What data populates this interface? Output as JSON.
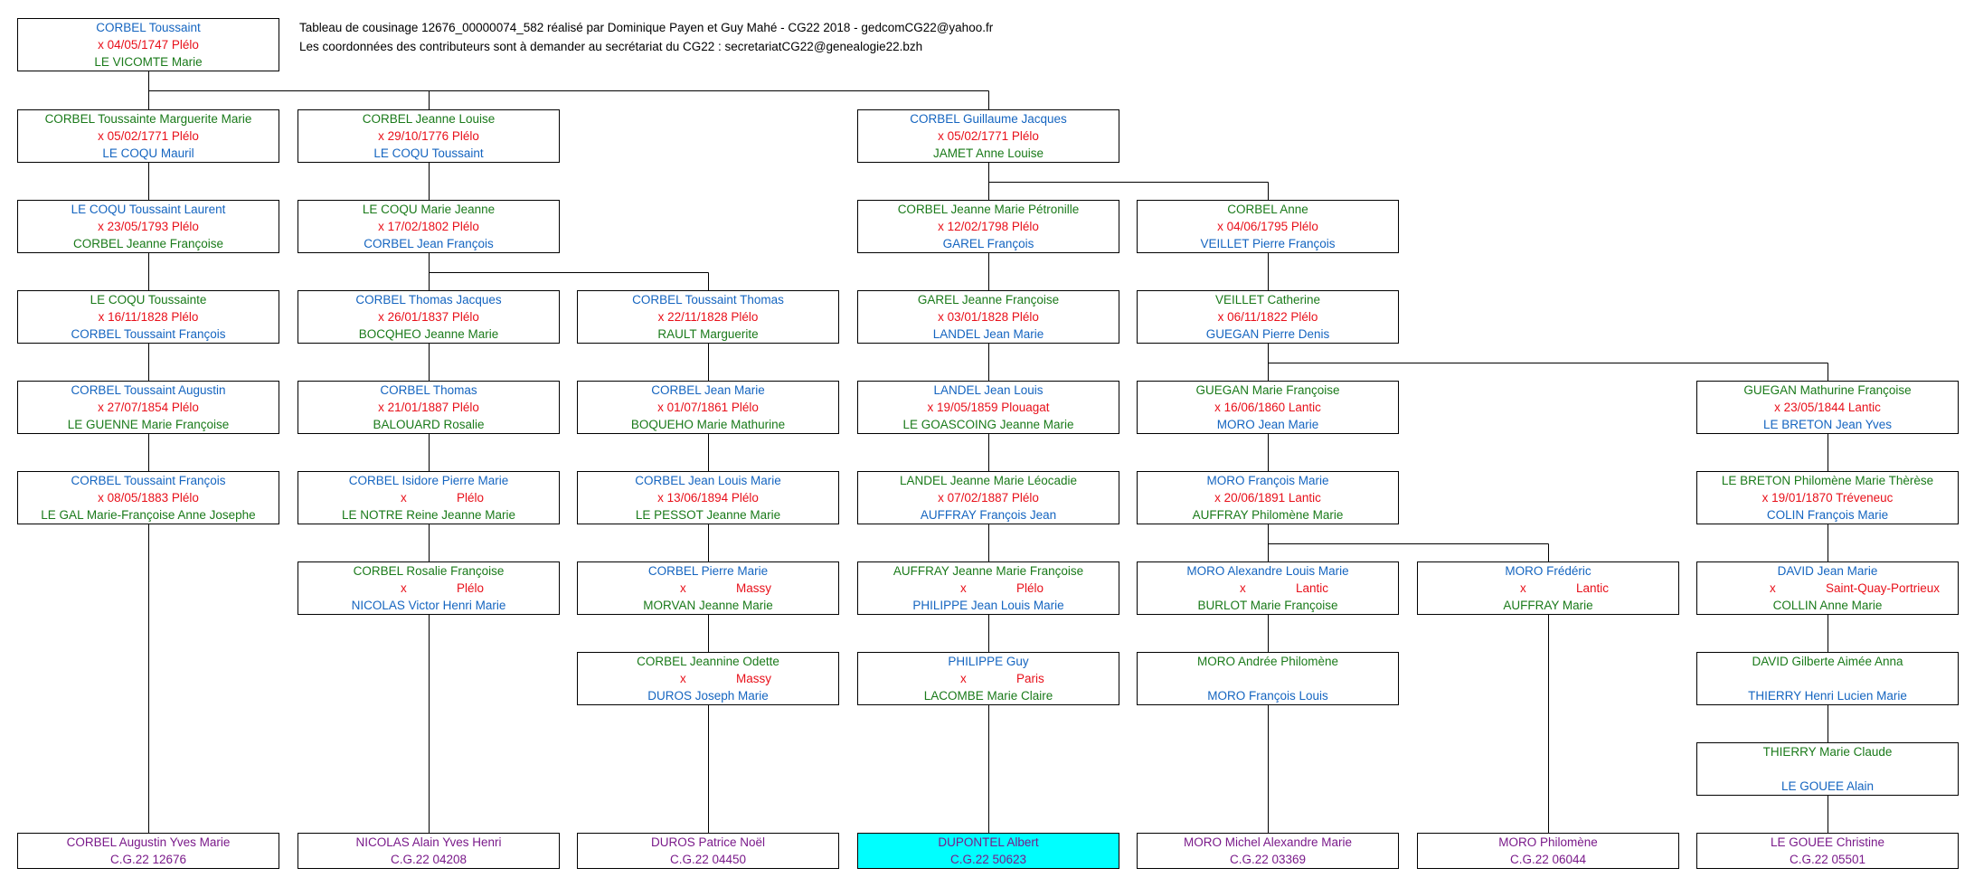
{
  "header": {
    "line1": "Tableau de cousinage 12676_00000074_582 réalisé par Dominique Payen et Guy Mahé - CG22 2018 - gedcomCG22@yahoo.fr",
    "line2": "Les coordonnées des contributeurs sont à demander au secrétariat du CG22 :  secretariatCG22@genealogie22.bzh"
  },
  "colors": {
    "blue": "#1565c0",
    "green": "#1a7a1a",
    "red": "#e8101a",
    "purple": "#7a1a8a",
    "highlight": "#00ffff"
  },
  "boxes": [
    {
      "id": "r0_c0",
      "l1": "CORBEL Toussaint",
      "c1": "blue",
      "l2": "x 04/05/1747 Plélo",
      "l3": "LE VICOMTE Marie",
      "c3": "green"
    },
    {
      "id": "r1_c0",
      "l1": "CORBEL Toussainte Marguerite Marie",
      "c1": "green",
      "l2": "x 05/02/1771 Plélo",
      "l3": "LE COQU Mauril",
      "c3": "blue"
    },
    {
      "id": "r1_c1",
      "l1": "CORBEL Jeanne Louise",
      "c1": "green",
      "l2": "x 29/10/1776 Plélo",
      "l3": "LE COQU Toussaint",
      "c3": "blue"
    },
    {
      "id": "r1_c3",
      "l1": "CORBEL Guillaume Jacques",
      "c1": "blue",
      "l2": "x 05/02/1771 Plélo",
      "l3": "JAMET Anne Louise",
      "c3": "green"
    },
    {
      "id": "r2_c0",
      "l1": "LE COQU Toussaint Laurent",
      "c1": "blue",
      "l2": "x 23/05/1793 Plélo",
      "l3": "CORBEL Jeanne Françoise",
      "c3": "green"
    },
    {
      "id": "r2_c1",
      "l1": "LE COQU Marie Jeanne",
      "c1": "green",
      "l2": "x 17/02/1802 Plélo",
      "l3": "CORBEL Jean François",
      "c3": "blue"
    },
    {
      "id": "r2_c3",
      "l1": "CORBEL Jeanne Marie Pétronille",
      "c1": "green",
      "l2": "x 12/02/1798 Plélo",
      "l3": "GAREL François",
      "c3": "blue"
    },
    {
      "id": "r2_c4",
      "l1": "CORBEL Anne",
      "c1": "green",
      "l2": "x 04/06/1795 Plélo",
      "l3": "VEILLET Pierre François",
      "c3": "blue"
    },
    {
      "id": "r3_c0",
      "l1": "LE COQU Toussainte",
      "c1": "green",
      "l2": "x 16/11/1828 Plélo",
      "l3": "CORBEL Toussaint François",
      "c3": "blue"
    },
    {
      "id": "r3_c1",
      "l1": "CORBEL Thomas Jacques",
      "c1": "blue",
      "l2": "x 26/01/1837 Plélo",
      "l3": "BOCQHEO Jeanne Marie",
      "c3": "green"
    },
    {
      "id": "r3_c2",
      "l1": "CORBEL Toussaint Thomas",
      "c1": "blue",
      "l2": "x 22/11/1828 Plélo",
      "l3": "RAULT Marguerite",
      "c3": "green"
    },
    {
      "id": "r3_c3",
      "l1": "GAREL Jeanne Françoise",
      "c1": "green",
      "l2": "x 03/01/1828 Plélo",
      "l3": "LANDEL Jean Marie",
      "c3": "blue"
    },
    {
      "id": "r3_c4",
      "l1": "VEILLET Catherine",
      "c1": "green",
      "l2": "x 06/11/1822 Plélo",
      "l3": "GUEGAN Pierre Denis",
      "c3": "blue"
    },
    {
      "id": "r4_c0",
      "l1": "CORBEL Toussaint Augustin",
      "c1": "blue",
      "l2": "x 27/07/1854 Plélo",
      "l3": "LE GUENNE Marie Françoise",
      "c3": "green"
    },
    {
      "id": "r4_c1",
      "l1": "CORBEL Thomas",
      "c1": "blue",
      "l2": "x 21/01/1887 Plélo",
      "l3": "BALOUARD Rosalie",
      "c3": "green"
    },
    {
      "id": "r4_c2",
      "l1": "CORBEL Jean Marie",
      "c1": "blue",
      "l2": "x 01/07/1861 Plélo",
      "l3": "BOQUEHO Marie Mathurine",
      "c3": "green"
    },
    {
      "id": "r4_c3",
      "l1": "LANDEL Jean Louis",
      "c1": "blue",
      "l2": "x 19/05/1859 Plouagat",
      "l3": "LE GOASCOING Jeanne Marie",
      "c3": "green"
    },
    {
      "id": "r4_c4",
      "l1": "GUEGAN Marie Françoise",
      "c1": "green",
      "l2": "x 16/06/1860 Lantic",
      "l3": "MORO Jean Marie",
      "c3": "blue"
    },
    {
      "id": "r4_c6",
      "l1": "GUEGAN Mathurine Françoise",
      "c1": "green",
      "l2": "x 23/05/1844 Lantic",
      "l3": "LE BRETON Jean Yves",
      "c3": "blue"
    },
    {
      "id": "r5_c0",
      "l1": "CORBEL Toussaint François",
      "c1": "blue",
      "l2": "x 08/05/1883 Plélo",
      "l3": "LE GAL Marie-Françoise Anne Josephe",
      "c3": "green"
    },
    {
      "id": "r5_c1",
      "l1": "CORBEL Isidore Pierre Marie",
      "c1": "blue",
      "l2x": "x",
      "l2p": "Plélo",
      "l3": "LE NOTRE Reine Jeanne Marie",
      "c3": "green"
    },
    {
      "id": "r5_c2",
      "l1": "CORBEL Jean Louis Marie",
      "c1": "blue",
      "l2": "x 13/06/1894 Plélo",
      "l3": "LE PESSOT Jeanne Marie",
      "c3": "green"
    },
    {
      "id": "r5_c3",
      "l1": "LANDEL Jeanne Marie Léocadie",
      "c1": "green",
      "l2": "x 07/02/1887 Plélo",
      "l3": "AUFFRAY François Jean",
      "c3": "blue"
    },
    {
      "id": "r5_c4",
      "l1": "MORO François Marie",
      "c1": "blue",
      "l2": "x 20/06/1891 Lantic",
      "l3": "AUFFRAY Philomène Marie",
      "c3": "green"
    },
    {
      "id": "r5_c6",
      "l1": "LE BRETON Philomène Marie Thèrèse",
      "c1": "green",
      "l2": "x 19/01/1870 Tréveneuc",
      "l3": "COLIN François Marie",
      "c3": "blue"
    },
    {
      "id": "r6_c1",
      "l1": "CORBEL Rosalie Françoise",
      "c1": "green",
      "l2x": "x",
      "l2p": "Plélo",
      "l3": "NICOLAS Victor Henri Marie",
      "c3": "blue"
    },
    {
      "id": "r6_c2",
      "l1": "CORBEL Pierre Marie",
      "c1": "blue",
      "l2x": "x",
      "l2p": "Massy",
      "l3": "MORVAN Jeanne Marie",
      "c3": "green"
    },
    {
      "id": "r6_c3",
      "l1": "AUFFRAY Jeanne Marie Françoise",
      "c1": "green",
      "l2x": "x",
      "l2p": "Plélo",
      "l3": "PHILIPPE Jean Louis Marie",
      "c3": "blue"
    },
    {
      "id": "r6_c4",
      "l1": "MORO Alexandre Louis Marie",
      "c1": "blue",
      "l2x": "x",
      "l2p": "Lantic",
      "l3": "BURLOT Marie Françoise",
      "c3": "green"
    },
    {
      "id": "r6_c5",
      "l1": "MORO Frédéric",
      "c1": "blue",
      "l2x": "x",
      "l2p": "Lantic",
      "l3": "AUFFRAY Marie",
      "c3": "green"
    },
    {
      "id": "r6_c6",
      "l1": "DAVID Jean Marie",
      "c1": "blue",
      "l2x": "x",
      "l2p": "Saint-Quay-Portrieux",
      "l3": "COLLIN Anne Marie",
      "c3": "green"
    },
    {
      "id": "r7_c2",
      "l1": "CORBEL Jeannine Odette",
      "c1": "green",
      "l2x": "x",
      "l2p": "Massy",
      "l3": "DUROS Joseph Marie",
      "c3": "blue"
    },
    {
      "id": "r7_c3",
      "l1": "PHILIPPE Guy",
      "c1": "blue",
      "l2x": "x",
      "l2p": "Paris",
      "l3": "LACOMBE Marie Claire",
      "c3": "green"
    },
    {
      "id": "r7_c4",
      "l1": "MORO Andrée Philomène",
      "c1": "green",
      "l2": "",
      "l3": "MORO François Louis",
      "c3": "blue"
    },
    {
      "id": "r7_c6",
      "l1": "DAVID Gilberte Aimée Anna",
      "c1": "green",
      "l2": "",
      "l3": "THIERRY Henri Lucien Marie",
      "c3": "blue"
    },
    {
      "id": "r8_c6",
      "l1": "THIERRY Marie Claude",
      "c1": "green",
      "l2": "",
      "l3": "LE GOUEE Alain",
      "c3": "blue"
    }
  ],
  "descendants": [
    {
      "id": "d_c0",
      "name": "CORBEL Augustin Yves Marie",
      "code": "C.G.22 12676"
    },
    {
      "id": "d_c1",
      "name": "NICOLAS Alain Yves Henri",
      "code": "C.G.22 04208"
    },
    {
      "id": "d_c2",
      "name": "DUROS Patrice Noël",
      "code": "C.G.22 04450"
    },
    {
      "id": "d_c3",
      "name": "DUPONTEL Albert",
      "code": "C.G.22 50623",
      "highlight": true
    },
    {
      "id": "d_c4",
      "name": "MORO Michel Alexandre Marie",
      "code": "C.G.22 03369"
    },
    {
      "id": "d_c5",
      "name": "MORO Philomène",
      "code": "C.G.22 06044"
    },
    {
      "id": "d_c6",
      "name": "LE GOUEE Christine",
      "code": "C.G.22 05501"
    }
  ]
}
